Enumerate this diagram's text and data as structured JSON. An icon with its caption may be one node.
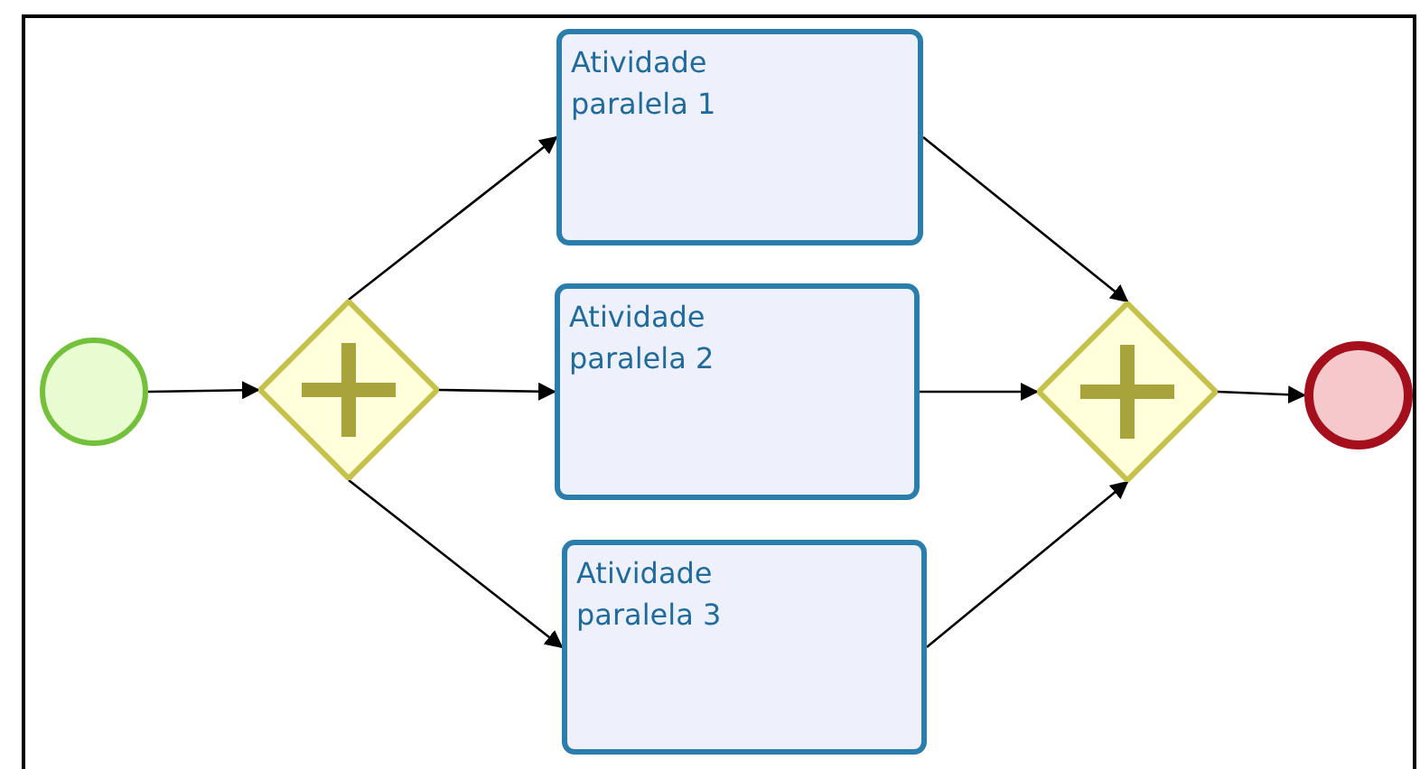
{
  "diagram": {
    "nodes": [
      {
        "text": [],
        "shape": "circle"
      },
      {
        "text": [],
        "shape": "diamond"
      },
      {
        "text": [
          "Atividade paralela 1"
        ]
      },
      {
        "text": [
          "Atividade paralela 2"
        ]
      },
      {
        "text": [
          "Atividade paralela 3"
        ]
      },
      {
        "text": [],
        "shape": "diamond"
      },
      {
        "text": [],
        "shape": "circle"
      }
    ],
    "edges": [
      {
        "from": 0,
        "to": 1,
        "arrow": "to"
      },
      {
        "from": 1,
        "to": 2,
        "arrow": "to"
      },
      {
        "from": 1,
        "to": 3,
        "arrow": "to"
      },
      {
        "from": 1,
        "to": 4,
        "arrow": "to"
      },
      {
        "from": 2,
        "to": 5,
        "arrow": "to"
      },
      {
        "from": 3,
        "to": 5,
        "arrow": "to"
      },
      {
        "from": 4,
        "to": 5,
        "arrow": "to"
      },
      {
        "from": 5,
        "to": 6,
        "arrow": "to"
      }
    ]
  }
}
